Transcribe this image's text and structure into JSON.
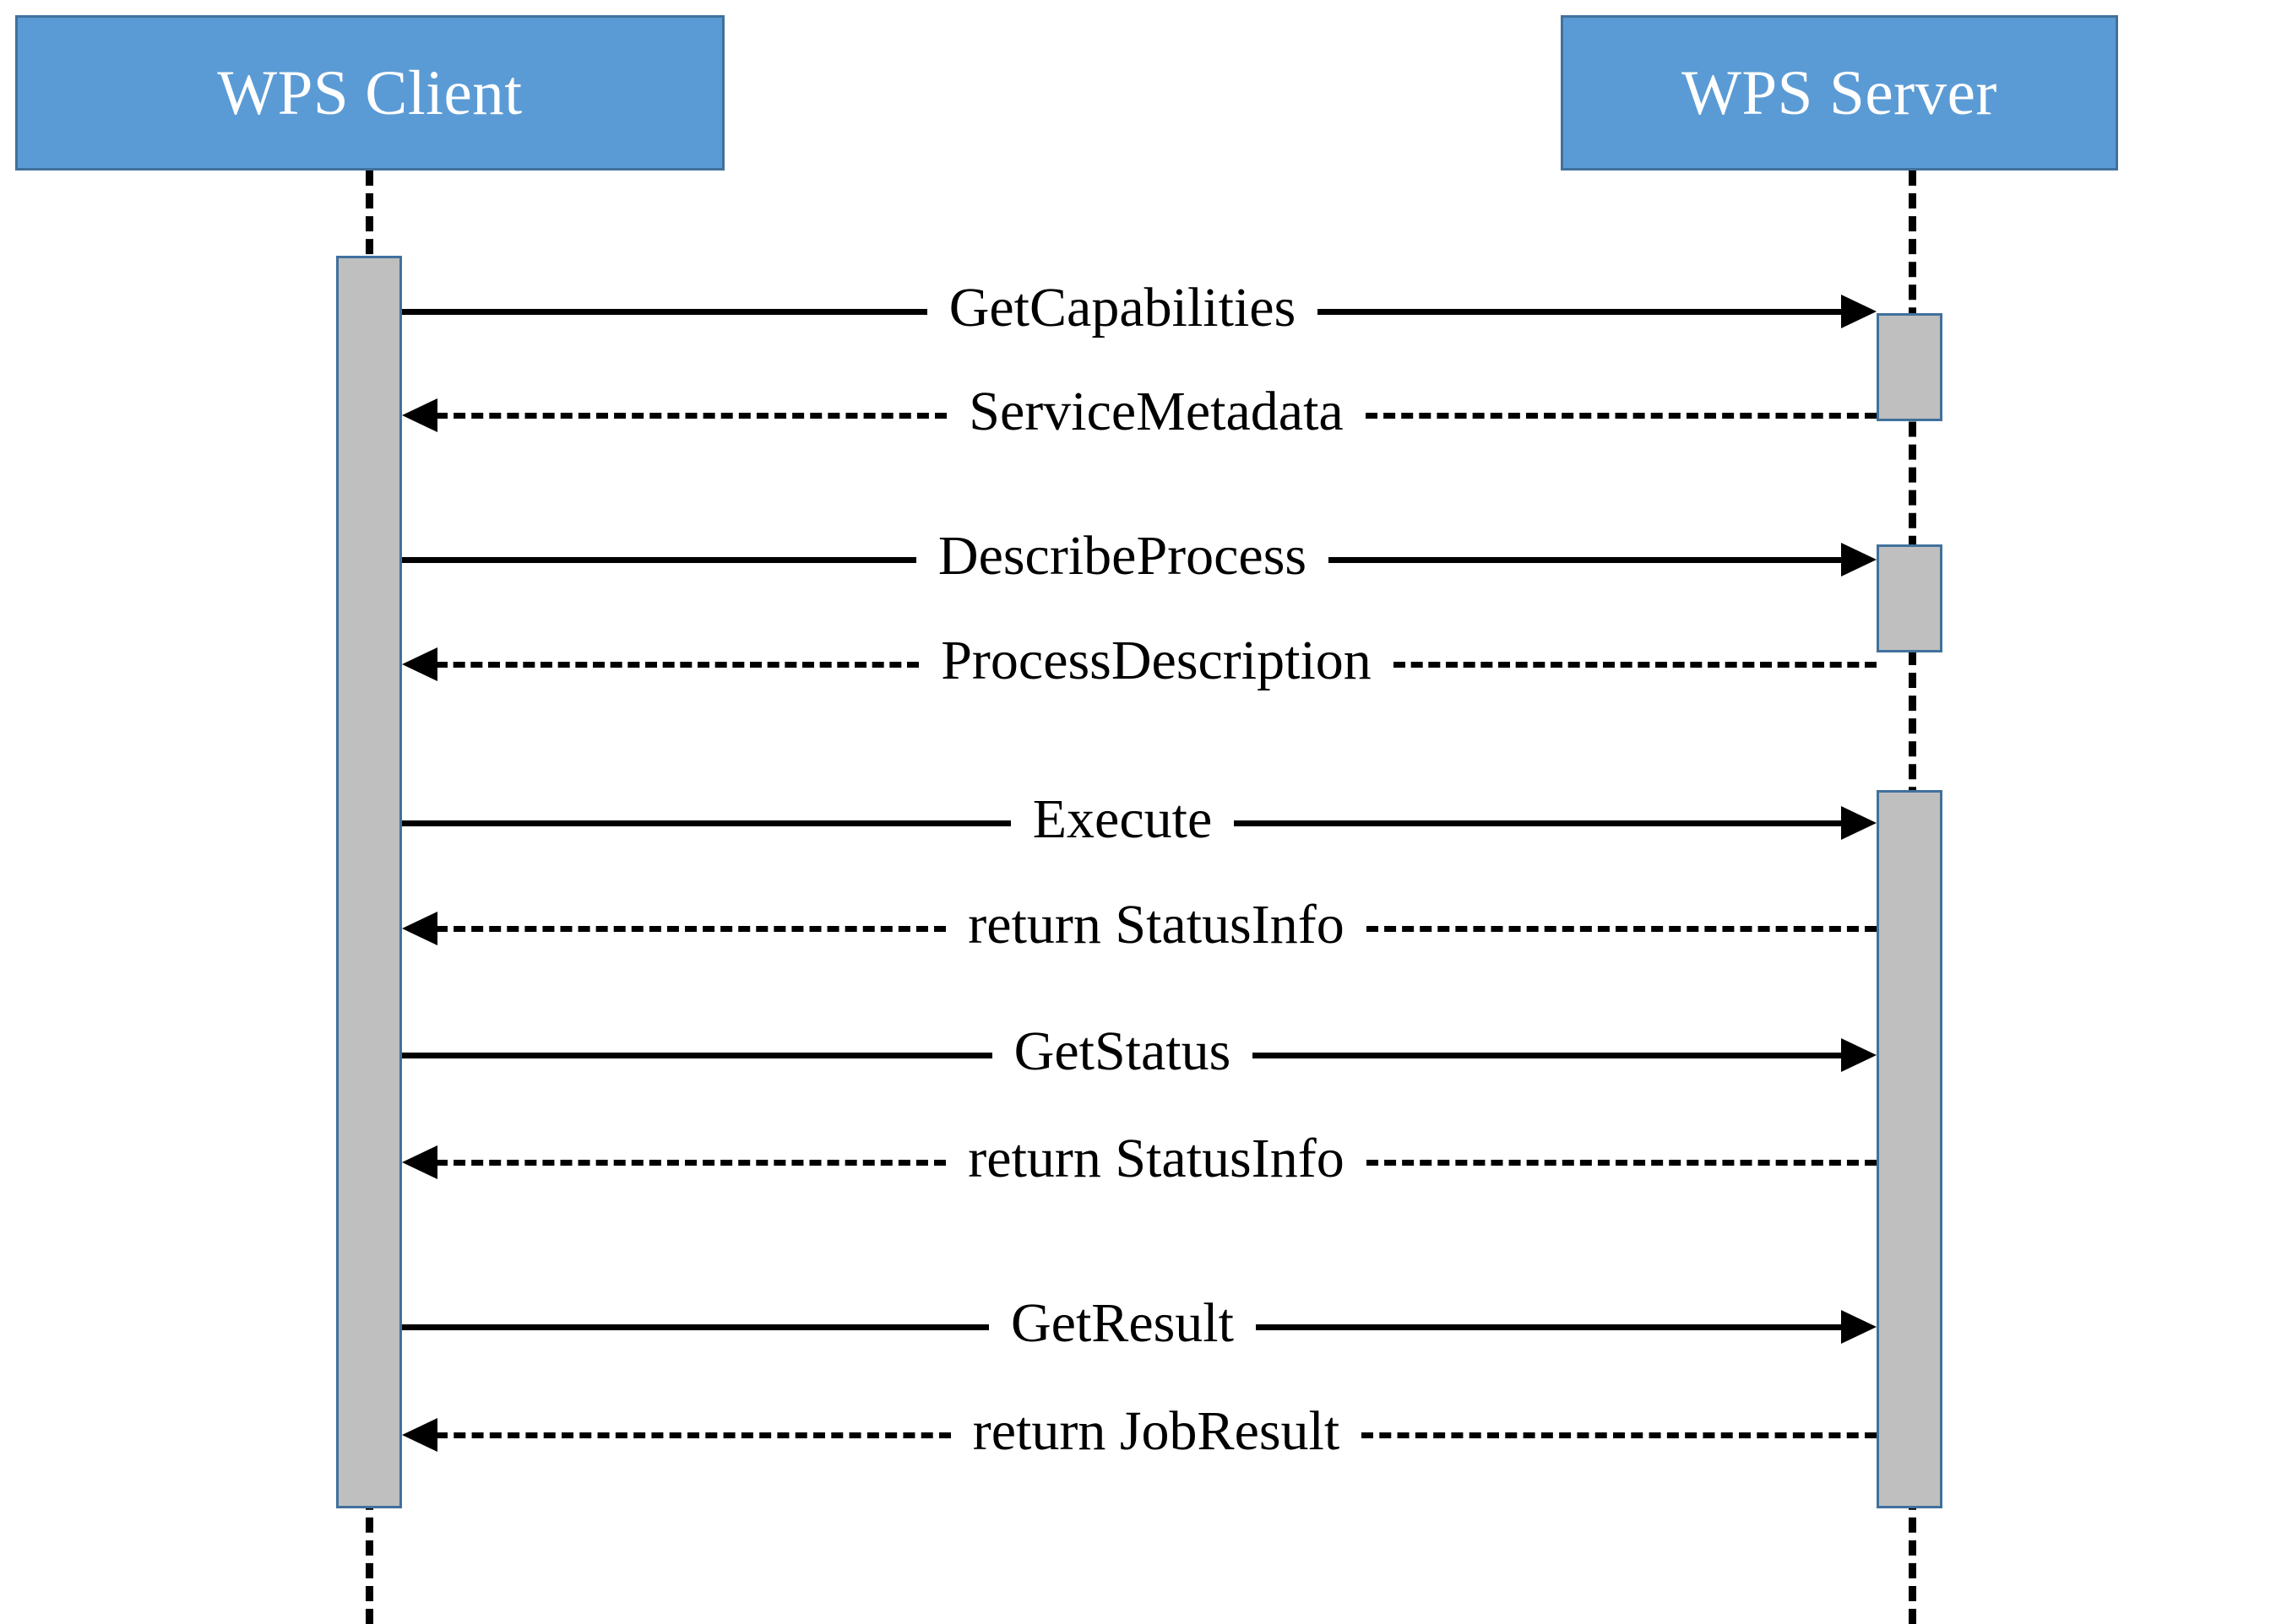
{
  "diagram": {
    "type": "uml-sequence-diagram",
    "title": "WPS Client / WPS Server interaction",
    "colors": {
      "participant_fill": "#5B9BD5",
      "participant_border": "#41719C",
      "participant_text": "#FFFFFF",
      "activation_fill": "#BFBFBF",
      "activation_border": "#41719C",
      "line": "#000000",
      "background": "#FFFFFF"
    }
  },
  "participants": [
    {
      "id": "client",
      "label": "WPS Client"
    },
    {
      "id": "server",
      "label": "WPS Server"
    }
  ],
  "messages": [
    {
      "index": 0,
      "label": "GetCapabilities",
      "from": "client",
      "to": "server",
      "direction": "right",
      "style": "solid"
    },
    {
      "index": 1,
      "label": "ServiceMetadata",
      "from": "server",
      "to": "client",
      "direction": "left",
      "style": "dashed"
    },
    {
      "index": 2,
      "label": "DescribeProcess",
      "from": "client",
      "to": "server",
      "direction": "right",
      "style": "solid"
    },
    {
      "index": 3,
      "label": "ProcessDescription",
      "from": "server",
      "to": "client",
      "direction": "left",
      "style": "dashed"
    },
    {
      "index": 4,
      "label": "Execute",
      "from": "client",
      "to": "server",
      "direction": "right",
      "style": "solid"
    },
    {
      "index": 5,
      "label": "return StatusInfo",
      "from": "server",
      "to": "client",
      "direction": "left",
      "style": "dashed"
    },
    {
      "index": 6,
      "label": "GetStatus",
      "from": "client",
      "to": "server",
      "direction": "right",
      "style": "solid"
    },
    {
      "index": 7,
      "label": "return StatusInfo",
      "from": "server",
      "to": "client",
      "direction": "left",
      "style": "dashed"
    },
    {
      "index": 8,
      "label": "GetResult",
      "from": "client",
      "to": "server",
      "direction": "right",
      "style": "solid"
    },
    {
      "index": 9,
      "label": "return JobResult",
      "from": "server",
      "to": "client",
      "direction": "left",
      "style": "dashed"
    }
  ]
}
